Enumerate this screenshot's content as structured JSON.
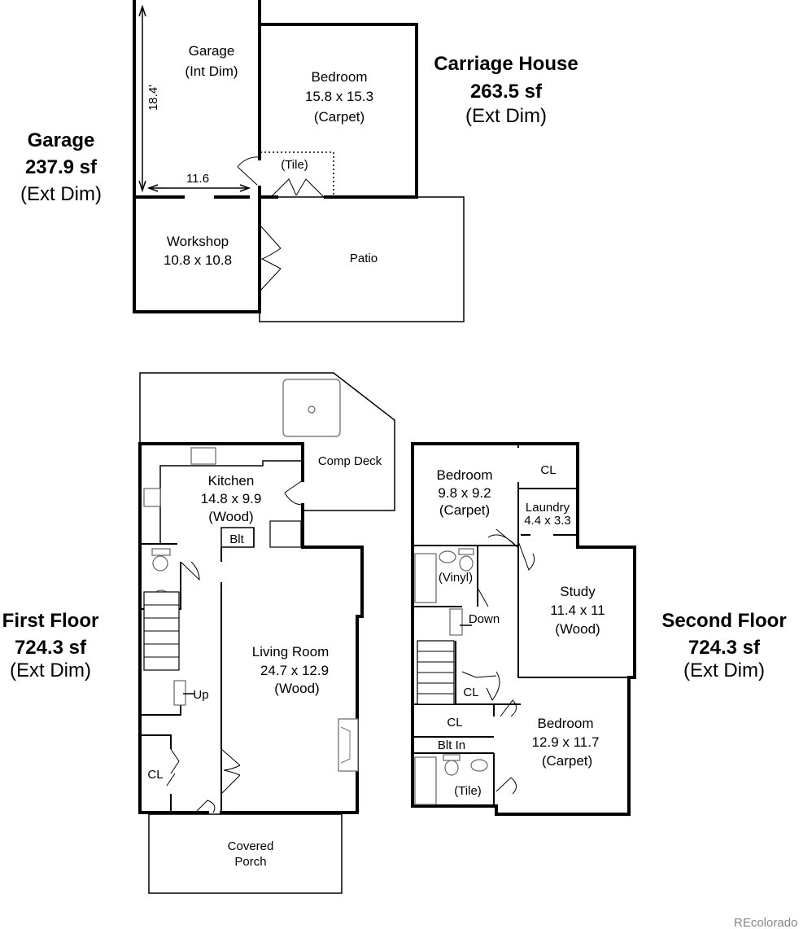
{
  "carriage": {
    "garage_summary": {
      "title": "Garage",
      "area": "237.9 sf",
      "note": "(Ext Dim)"
    },
    "house_summary": {
      "title": "Carriage House",
      "area": "263.5 sf",
      "note": "(Ext Dim)"
    },
    "garage": {
      "name": "Garage",
      "note": "(Int Dim)",
      "dim_vertical": "18.4'",
      "dim_horizontal": "11.6"
    },
    "bedroom": {
      "name": "Bedroom",
      "size": "15.8 x 15.3",
      "floor": "(Carpet)"
    },
    "entry": {
      "floor": "(Tile)"
    },
    "workshop": {
      "name": "Workshop",
      "size": "10.8 x 10.8"
    },
    "patio": {
      "name": "Patio"
    }
  },
  "first_floor": {
    "summary": {
      "title": "First Floor",
      "area": "724.3 sf",
      "note": "(Ext Dim)"
    },
    "kitchen": {
      "name": "Kitchen",
      "size": "14.8 x 9.9",
      "floor": "(Wood)"
    },
    "comp_deck": {
      "name": "Comp Deck"
    },
    "blt": "Blt",
    "living": {
      "name": "Living Room",
      "size": "24.7 x 12.9",
      "floor": "(Wood)"
    },
    "up": "Up",
    "closet": "CL",
    "porch": {
      "line1": "Covered",
      "line2": "Porch"
    }
  },
  "second_floor": {
    "summary": {
      "title": "Second Floor",
      "area": "724.3 sf",
      "note": "(Ext Dim)"
    },
    "bedroom1": {
      "name": "Bedroom",
      "size": "9.8 x 9.2",
      "floor": "(Carpet)"
    },
    "closet_top": "CL",
    "laundry": {
      "name": "Laundry",
      "size": "4.4 x 3.3"
    },
    "bath1": {
      "floor": "(Vinyl)"
    },
    "down": "Down",
    "study": {
      "name": "Study",
      "size": "11.4 x 11",
      "floor": "(Wood)"
    },
    "closet_mid": "CL",
    "closet_hall": "CL",
    "blt_in": "Blt In",
    "bath2": {
      "floor": "(Tile)"
    },
    "bedroom2": {
      "name": "Bedroom",
      "size": "12.9 x 11.7",
      "floor": "(Carpet)"
    }
  },
  "watermark": "REcolorado"
}
